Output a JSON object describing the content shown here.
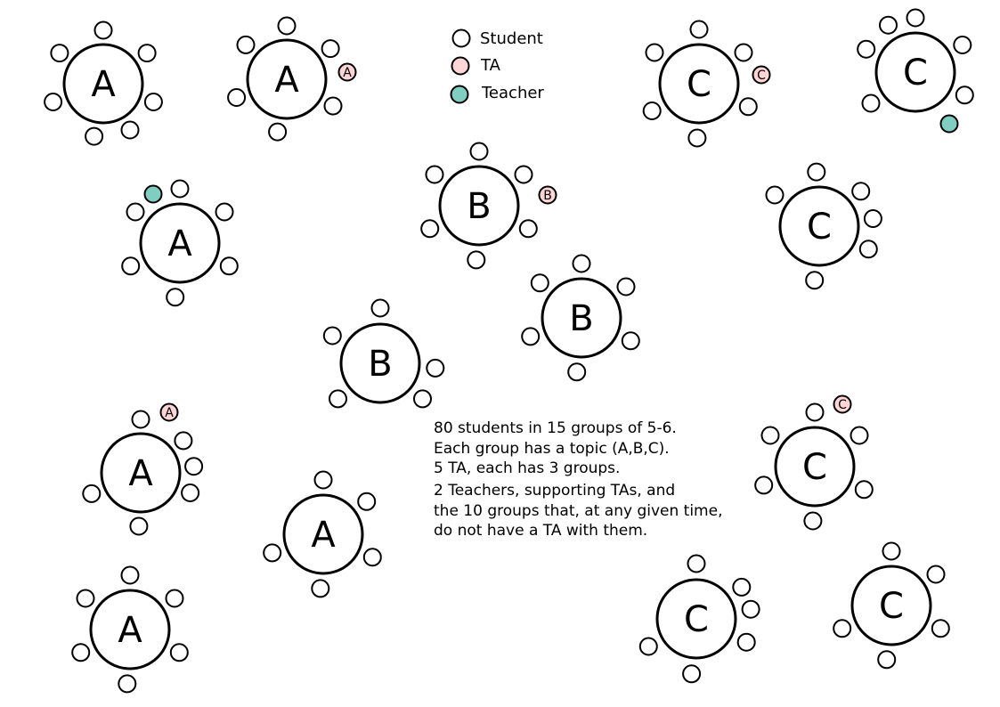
{
  "colors": {
    "student": "#ffffff",
    "ta": "#ffd5d5",
    "teacher": "#80cdc1",
    "stroke": "#000000"
  },
  "legend": {
    "student_label": "Student",
    "ta_label": "TA",
    "teacher_label": "Teacher"
  },
  "tables": [
    {
      "topic": "A",
      "students": 7
    },
    {
      "topic": "A",
      "students": 6,
      "ta": "A"
    },
    {
      "topic": "C",
      "students": 6,
      "ta": "C"
    },
    {
      "topic": "C",
      "students": 6,
      "teacher": true
    },
    {
      "topic": "A",
      "students": 6,
      "teacher": true
    },
    {
      "topic": "B",
      "students": 6,
      "ta": "B"
    },
    {
      "topic": "C",
      "students": 6
    },
    {
      "topic": "B",
      "students": 5
    },
    {
      "topic": "B",
      "students": 6
    },
    {
      "topic": "A",
      "students": 6,
      "ta": "A"
    },
    {
      "topic": "C",
      "students": 6,
      "ta": "C"
    },
    {
      "topic": "A",
      "students": 5
    },
    {
      "topic": "A",
      "students": 6
    },
    {
      "topic": "C",
      "students": 6
    },
    {
      "topic": "C",
      "students": 5
    }
  ],
  "notes": {
    "line1": "80 students in 15 groups of 5-6.",
    "line2": "Each group has a topic (A,B,C).",
    "line3": "5 TA, each has 3 groups.",
    "line4": "2 Teachers, supporting TAs, and",
    "line5": "the 10 groups that, at any given time,",
    "line6": "do not have a TA with them."
  }
}
